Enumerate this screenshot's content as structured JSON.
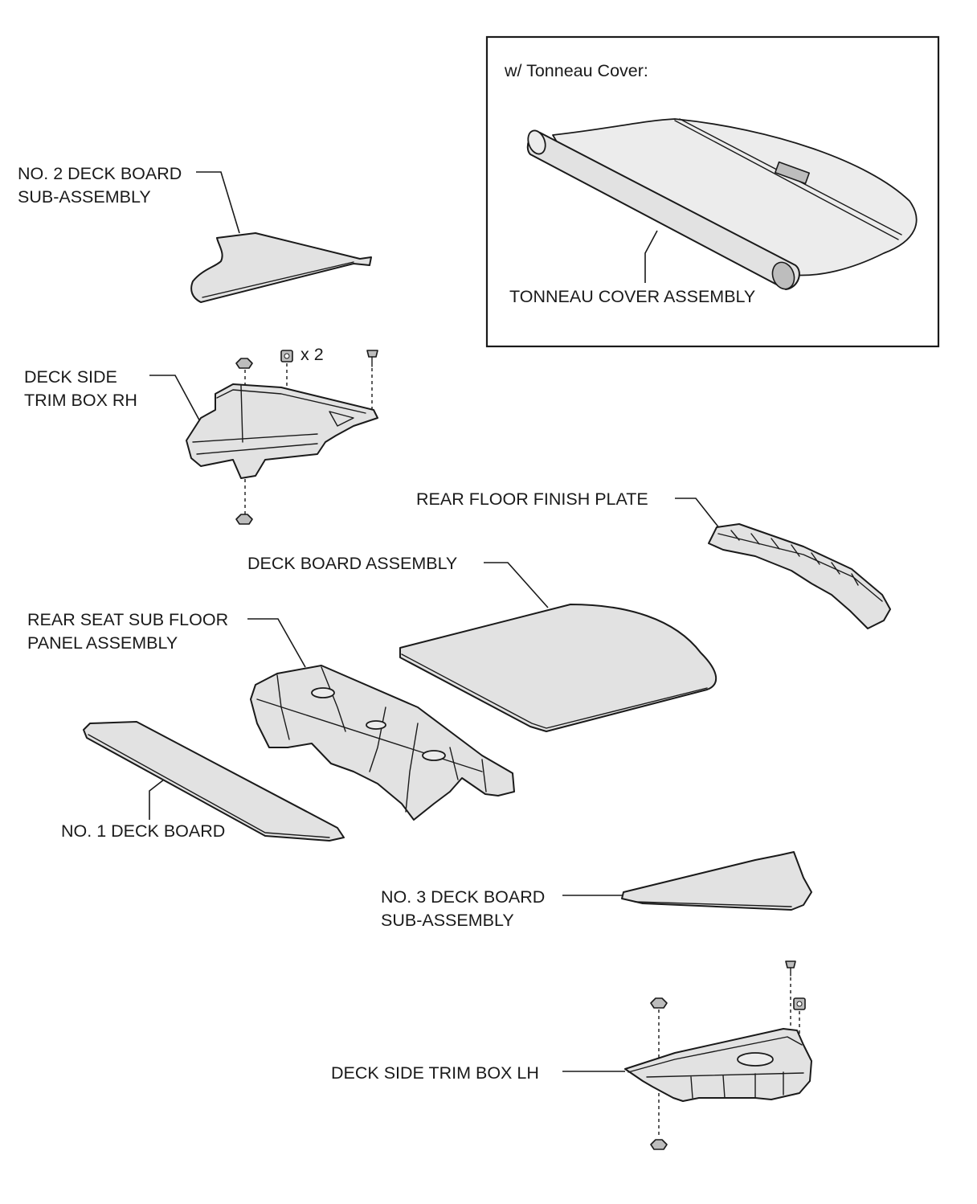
{
  "inset": {
    "title": "w/ Tonneau Cover:",
    "part_label": "TONNEAU COVER ASSEMBLY"
  },
  "labels": {
    "no2_deck_board_line1": "NO. 2 DECK BOARD",
    "no2_deck_board_line2": "SUB-ASSEMBLY",
    "deck_side_trim_rh_line1": "DECK SIDE",
    "deck_side_trim_rh_line2": "TRIM BOX RH",
    "fastener_qty": "x 2",
    "rear_floor_finish_plate": "REAR FLOOR FINISH PLATE",
    "deck_board_assembly": "DECK BOARD ASSEMBLY",
    "rear_seat_sub_floor_line1": "REAR SEAT SUB FLOOR",
    "rear_seat_sub_floor_line2": "PANEL ASSEMBLY",
    "no1_deck_board": "NO. 1 DECK BOARD",
    "no3_deck_board_line1": "NO. 3 DECK BOARD",
    "no3_deck_board_line2": "SUB-ASSEMBLY",
    "deck_side_trim_lh": "DECK SIDE TRIM BOX LH"
  },
  "icons": {
    "clip": "push-clip-icon",
    "nut": "nut-icon",
    "screw": "screw-icon"
  }
}
